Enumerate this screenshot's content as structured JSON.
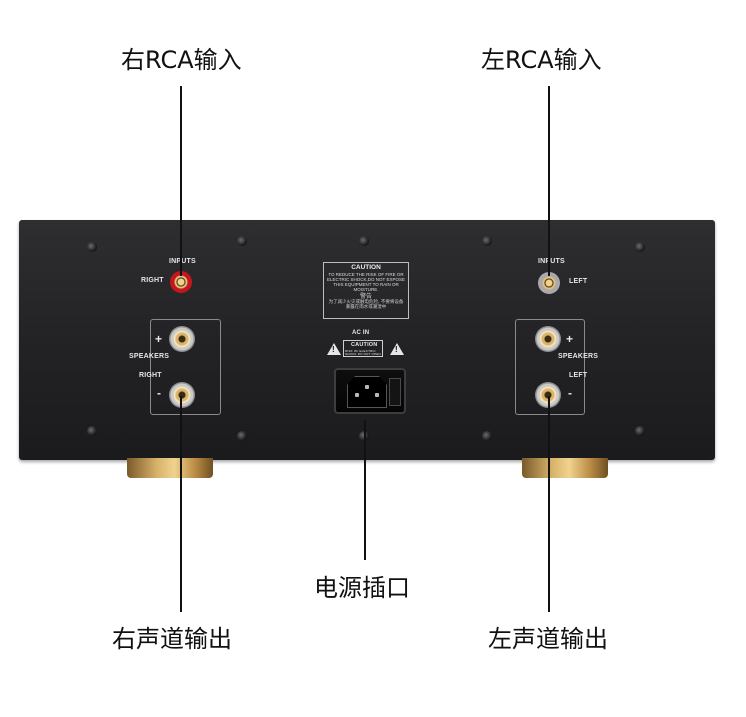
{
  "callouts": {
    "right_rca_input": "右RCA输入",
    "left_rca_input": "左RCA输入",
    "power_socket": "电源插口",
    "right_channel_output": "右声道输出",
    "left_channel_output": "左声道输出"
  },
  "panel": {
    "inputs_right_header": "INPUTS",
    "inputs_right_side": "RIGHT",
    "inputs_left_header": "INPUTS",
    "inputs_left_side": "LEFT",
    "speakers_right_label": "SPEAKERS",
    "speakers_right_side": "RIGHT",
    "speakers_left_label": "SPEAKERS",
    "speakers_left_side": "LEFT",
    "plus": "+",
    "minus": "-",
    "caution_title": "CAUTION",
    "caution_text": "TO REDUCE THE RISK OF FIRE OR ELECTRIC SHOCK,DO NOT EXPOSE THIS EQUIPMENT TO RAIN OR MOISTURE.",
    "warning_cn_title": "警告",
    "warning_cn_text": "为了减少火灾或触电危险, 不要将设备暴露在雨水或潮湿中",
    "ac_in": "AC IN",
    "ac_caution": "CAUTION",
    "ac_caution_sub": "RISK OF ELECTRIC SHOCK DO NOT OPEN"
  },
  "colors": {
    "panel": "#262629",
    "rca_right": "#c4161c",
    "rca_left": "#a9a9ab",
    "feet": "#d8b36a"
  }
}
